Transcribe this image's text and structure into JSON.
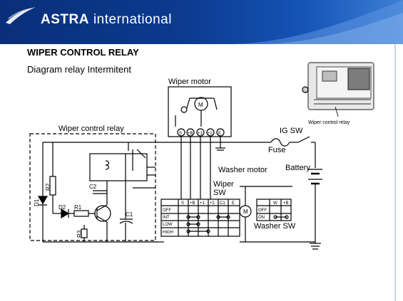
{
  "header": {
    "brand_main": "ASTRA",
    "brand_sub": "international"
  },
  "slide": {
    "title": "WIPER CONTROL RELAY",
    "subtitle": "Diagram relay Intermitent"
  },
  "diagram": {
    "wiper_motor": "Wiper motor",
    "wiper_control_relay": "Wiper control relay",
    "ig_sw": "IG SW",
    "fuse": "Fuse",
    "washer_motor": "Washer motor",
    "battery": "Battery",
    "wiper_sw_1": "Wiper",
    "wiper_sw_2": "SW",
    "washer_sw": "Washer SW",
    "photo_label": "Wiper control relay",
    "motor_symbol": "M",
    "terminals": [
      "S",
      "+B",
      "+1",
      "+2",
      "E"
    ],
    "components": {
      "r2": "R2",
      "d1": "D1",
      "c2": "C2",
      "d2": "D2",
      "r1": "R1",
      "c1": "C1",
      "r3": "R3"
    },
    "wiper_sw_table": {
      "headers": [
        "S",
        "+B",
        "+1",
        "+2",
        "C1",
        "E"
      ],
      "rows": [
        "OFF",
        "INT",
        "LOW",
        "HIGH"
      ]
    },
    "washer_sw_table": {
      "headers": [
        "W",
        "+B"
      ],
      "rows": [
        "OFF",
        "ON"
      ]
    }
  }
}
